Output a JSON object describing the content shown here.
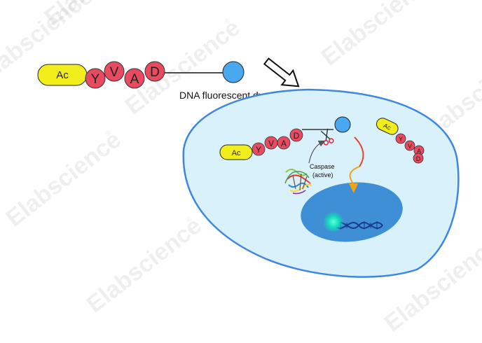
{
  "watermark": {
    "text": "Elabscience",
    "mark": "®"
  },
  "probe": {
    "cap": "Ac",
    "residues": [
      "Y",
      "V",
      "A",
      "D"
    ],
    "dye_label": "DNA fluorescent dye"
  },
  "cell": {
    "substrate_cap": "Ac",
    "substrate_residues": [
      "Y",
      "V",
      "A",
      "D"
    ],
    "cleaved_cap": "Ac",
    "cleaved_residues": [
      "Y",
      "V",
      "A",
      "D"
    ],
    "enzyme_line1": "Caspase",
    "enzyme_line2": "(active)"
  },
  "colors": {
    "cap_fill": "#f2ee1c",
    "residue_fill": "#e84a5f",
    "dye_fill": "#4aa8f0",
    "cell_fill": "#d8f1fb",
    "cell_stroke": "#3f86e0",
    "nucleus_fill": "#3f8fd6",
    "nucleus_glow": "#12d9b8",
    "arrow_red": "#e8462a",
    "arrow_orange": "#f3a21b"
  },
  "icons": [
    "scissors-icon",
    "dna-helix-icon",
    "enzyme-structure-icon",
    "hollow-arrow-icon"
  ]
}
